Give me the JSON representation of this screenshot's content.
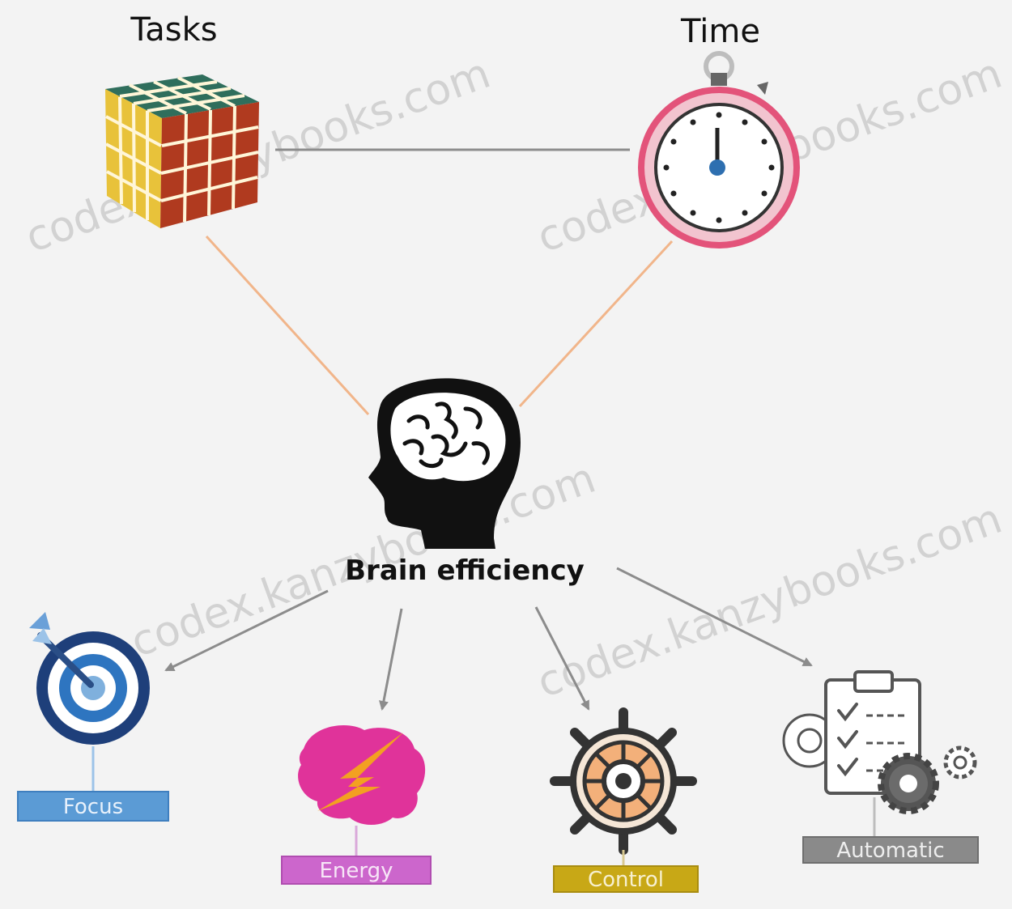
{
  "nodes": {
    "tasks": {
      "label": "Tasks"
    },
    "time": {
      "label": "Time"
    },
    "brain": {
      "label": "Brain efficiency"
    },
    "focus": {
      "label": "Focus",
      "color": "#5b9bd5"
    },
    "energy": {
      "label": "Energy",
      "color": "#cc66cc"
    },
    "control": {
      "label": "Control",
      "color": "#c8a816"
    },
    "automatic": {
      "label": "Automatic",
      "color": "#8a8a8a"
    }
  },
  "watermark": "codex.kanzybooks.com",
  "colors": {
    "arrow_orange": "#f1b58a",
    "arrow_gray": "#8c8c8c",
    "brain": "#111111"
  },
  "icons": [
    "rubiks-cube-icon",
    "stopwatch-icon",
    "brain-head-icon",
    "target-icon",
    "brain-lightning-icon",
    "ship-wheel-icon",
    "checklist-gears-icon"
  ]
}
